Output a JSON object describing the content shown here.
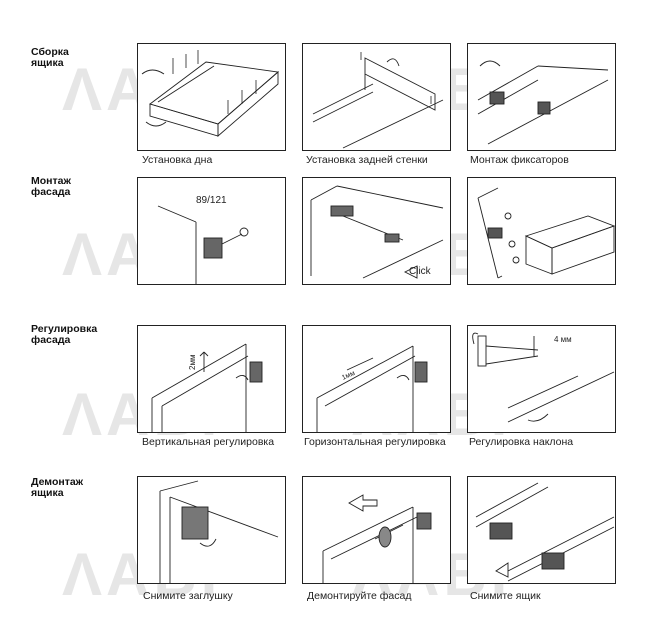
{
  "watermark": "ΛАВР",
  "sections": [
    {
      "title": "Сборка\nящика",
      "panels": [
        {
          "caption": "Установка дна",
          "icon": "drawer-bottom-install-figure"
        },
        {
          "caption": "Установка задней стенки",
          "icon": "back-wall-install-figure"
        },
        {
          "caption": "Монтаж фиксаторов",
          "icon": "clips-mount-figure"
        }
      ]
    },
    {
      "title": "Монтаж\nфасада",
      "panels": [
        {
          "caption": "",
          "icon": "front-bracket-figure",
          "label": "89/121"
        },
        {
          "caption": "",
          "icon": "front-click-figure",
          "label": "Click"
        },
        {
          "caption": "",
          "icon": "front-attach-figure"
        }
      ]
    },
    {
      "title": "Регулировка\nфасада",
      "panels": [
        {
          "caption": "Вертикальная регулировка",
          "icon": "vertical-adjust-figure",
          "label": "2мм"
        },
        {
          "caption": "Горизонтальная регулировка",
          "icon": "horizontal-adjust-figure",
          "label": "1мм"
        },
        {
          "caption": "Регулировка наклона",
          "icon": "tilt-adjust-figure",
          "label": "4 мм"
        }
      ]
    },
    {
      "title": "Демонтаж\nящика",
      "panels": [
        {
          "caption": "Снимите заглушку",
          "icon": "remove-cap-figure"
        },
        {
          "caption": "Демонтируйте фасад",
          "icon": "remove-front-figure"
        },
        {
          "caption": "Снимите ящик",
          "icon": "remove-drawer-figure"
        }
      ]
    }
  ]
}
